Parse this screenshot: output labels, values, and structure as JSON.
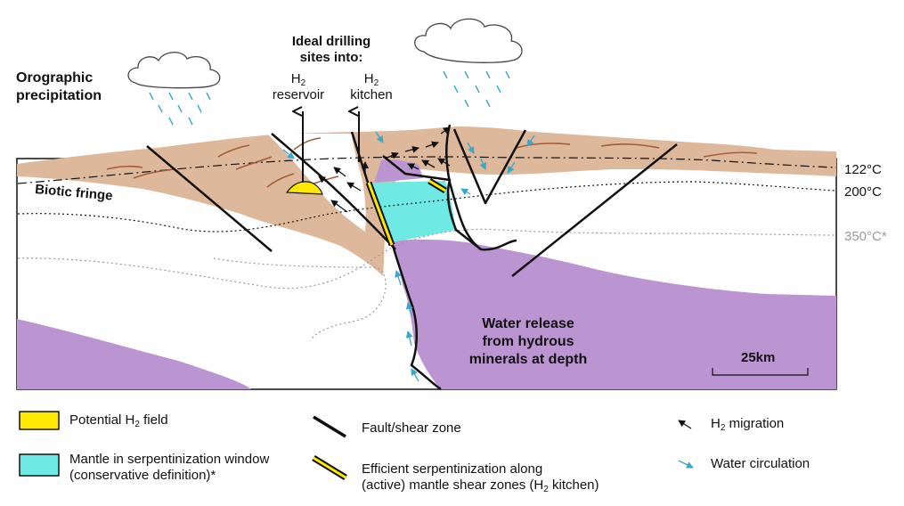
{
  "labels": {
    "orographic_line1": "Orographic",
    "orographic_line2": "precipitation",
    "ideal_line1": "Ideal drilling",
    "ideal_line2": "sites into:",
    "reservoir_h": "H",
    "reservoir_sub": "2",
    "reservoir_word": "reservoir",
    "kitchen_h": "H",
    "kitchen_sub": "2",
    "kitchen_word": "kitchen",
    "biotic_fringe": "Biotic fringe",
    "temp_122": "122°C",
    "temp_200": "200°C",
    "temp_350": "350°C*",
    "water_release_1": "Water release",
    "water_release_2": "from hydrous",
    "water_release_3": "minerals at depth",
    "scale": "25km"
  },
  "legend": {
    "potential_field_pre": "Potential H",
    "potential_field_sub": "2",
    "potential_field_post": " field",
    "mantle_line1": "Mantle in serpentinization window",
    "mantle_line2": "(conservative definition)*",
    "fault": "Fault/shear zone",
    "efficient_line1": "Efficient serpentinization along",
    "efficient_line2_pre": "(active) mantle shear zones (H",
    "efficient_line2_sub": "2",
    "efficient_line2_post": " kitchen)",
    "migration_pre": "H",
    "migration_sub": "2",
    "migration_post": " migration",
    "water_circ": "Water circulation"
  },
  "colors": {
    "sediment": "#deb89a",
    "mantle": "#bb95d2",
    "serpentinization": "#6fe9e3",
    "h2_field": "#ffe800",
    "water_arrow": "#3aa6c8",
    "cloud": "#ffffff",
    "fault": "#111111",
    "temp_350": "#9a9a9a"
  }
}
